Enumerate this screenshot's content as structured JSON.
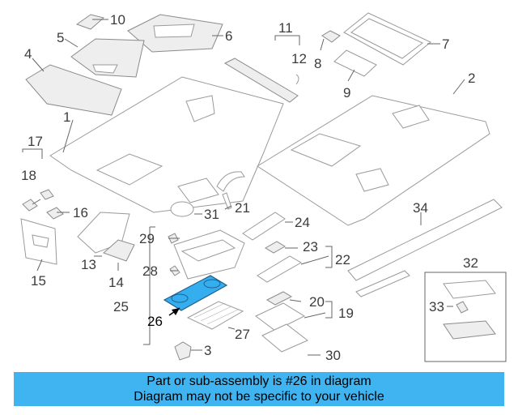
{
  "callouts": [
    "1",
    "2",
    "3",
    "4",
    "5",
    "6",
    "7",
    "8",
    "9",
    "10",
    "11",
    "12",
    "13",
    "14",
    "15",
    "16",
    "17",
    "18",
    "19",
    "20",
    "21",
    "22",
    "23",
    "24",
    "25",
    "26",
    "27",
    "28",
    "29",
    "30",
    "31",
    "32",
    "33",
    "34"
  ],
  "highlight_callout": "26",
  "colors": {
    "highlight_fill": "#35aef0",
    "banner_bg": "#3fb4f0",
    "line": "#9a9a9a"
  },
  "banner": {
    "line1": "Part or sub-assembly is #26 in diagram",
    "line2": "Diagram may not be specific to your vehicle"
  }
}
